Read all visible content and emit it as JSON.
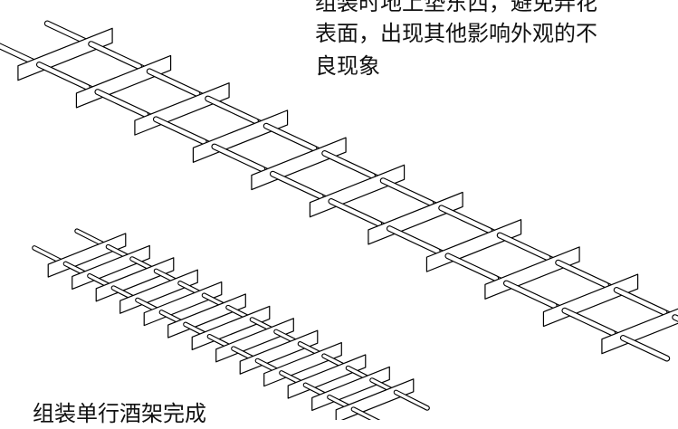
{
  "note": {
    "line1": "组装时地上垫东西，避免弄花",
    "line2": "表面，出现其他影响外观的不",
    "line3": "良现象"
  },
  "caption": "组装单行酒架完成",
  "colors": {
    "stroke": "#000000",
    "panel_fill": "#ffffff",
    "text": "#111111"
  },
  "racks": [
    {
      "name": "large-rack",
      "slat_count": 11,
      "rod_count": 2
    },
    {
      "name": "small-rack",
      "slat_count": 13,
      "rod_count": 2
    }
  ]
}
